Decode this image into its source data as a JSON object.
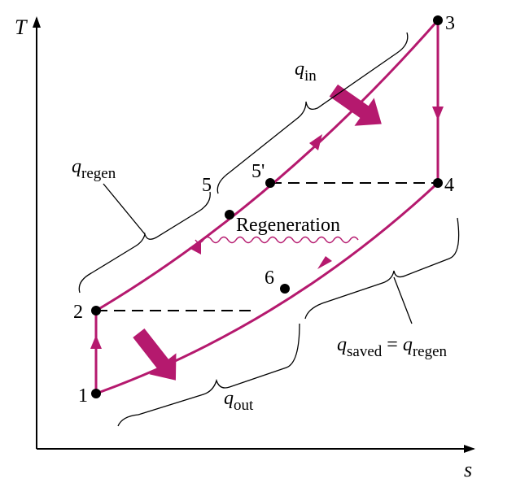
{
  "axes": {
    "y_label": "T",
    "x_label": "s"
  },
  "states": [
    "1",
    "2",
    "3",
    "4",
    "5",
    "5'",
    "6"
  ],
  "labels": {
    "q_in": {
      "base": "q",
      "sub": "in"
    },
    "q_out": {
      "base": "q",
      "sub": "out"
    },
    "q_regen": {
      "base": "q",
      "sub": "regen"
    },
    "q_saved_eq": {
      "base1": "q",
      "sub1": "saved",
      "eq": " = ",
      "base2": "q",
      "sub2": "regen"
    },
    "regeneration": "Regeneration"
  },
  "colors": {
    "process": "#b5196e",
    "axes": "#000000",
    "dashed": "#000000"
  }
}
